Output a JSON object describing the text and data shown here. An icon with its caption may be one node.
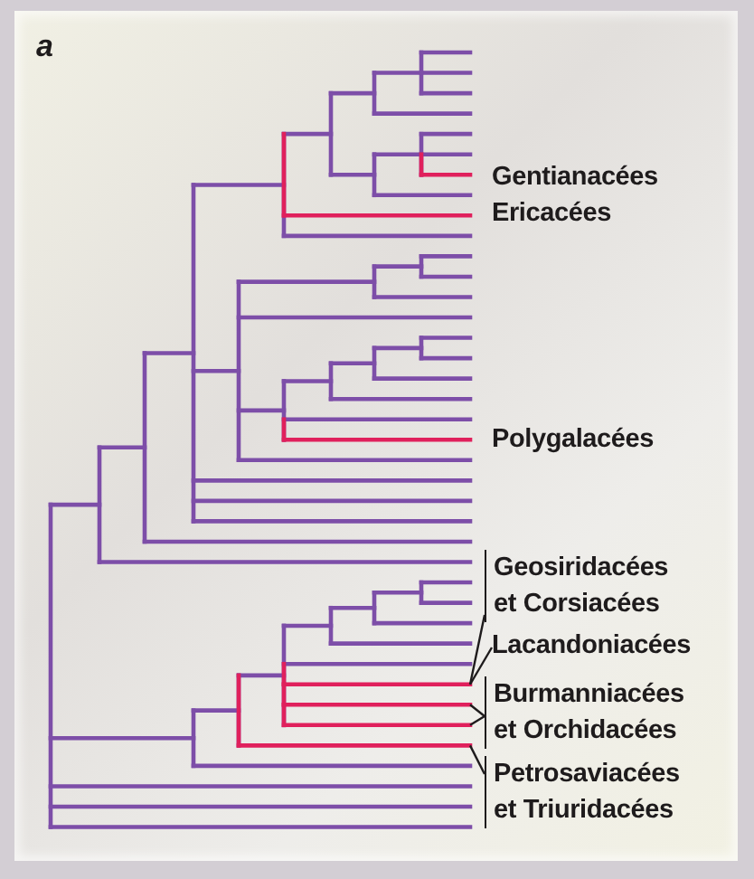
{
  "diagram": {
    "nodes": [
      {
        "text": [
          "Gentianacées"
        ]
      },
      {
        "text": [
          "Ericacées"
        ]
      },
      {
        "text": [
          "Polygalacées"
        ]
      },
      {
        "text": [
          "Geosiridacées et Corsiacées"
        ]
      },
      {
        "text": [
          "Lacandoniacées"
        ]
      },
      {
        "text": [
          "Burmanniacées et Orchidacées"
        ]
      },
      {
        "text": [
          "Petrosaviacées et Triuridacées"
        ]
      },
      {
        "text": [],
        "shape": "line"
      },
      {
        "text": [],
        "shape": "line"
      },
      {
        "text": [],
        "shape": "line"
      },
      {
        "text": [],
        "shape": "line"
      }
    ],
    "edges": [
      {
        "from": 3,
        "to": 7,
        "arrow": "none"
      },
      {
        "from": 4,
        "to": 7,
        "arrow": "none"
      },
      {
        "from": 5,
        "to": 8,
        "arrow": "none"
      },
      {
        "from": 5,
        "to": 9,
        "arrow": "none"
      },
      {
        "from": 6,
        "to": 10,
        "arrow": "none"
      }
    ],
    "labels": [
      "a"
    ]
  }
}
